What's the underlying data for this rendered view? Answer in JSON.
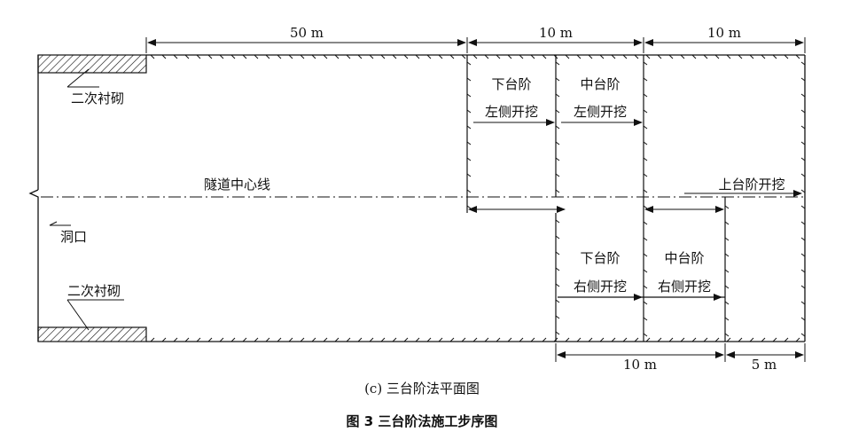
{
  "dimensions": {
    "top_1": "50 m",
    "top_2": "10 m",
    "top_3": "10 m",
    "bottom_1": "10 m",
    "bottom_2": "5 m"
  },
  "labels": {
    "lining_top": "二次衬砌",
    "lining_bottom": "二次衬砌",
    "portal": "洞口",
    "centerline": "隧道中心线",
    "lower_left_1": "下台阶",
    "lower_left_2": "左侧开挖",
    "middle_left_1": "中台阶",
    "middle_left_2": "左侧开挖",
    "upper": "上台阶开挖",
    "lower_right_1": "下台阶",
    "lower_right_2": "右侧开挖",
    "middle_right_1": "中台阶",
    "middle_right_2": "右侧开挖"
  },
  "caption": {
    "subfigure": "(c)  三台阶法平面图",
    "figure": "图 3   三台阶法施工步序图"
  }
}
